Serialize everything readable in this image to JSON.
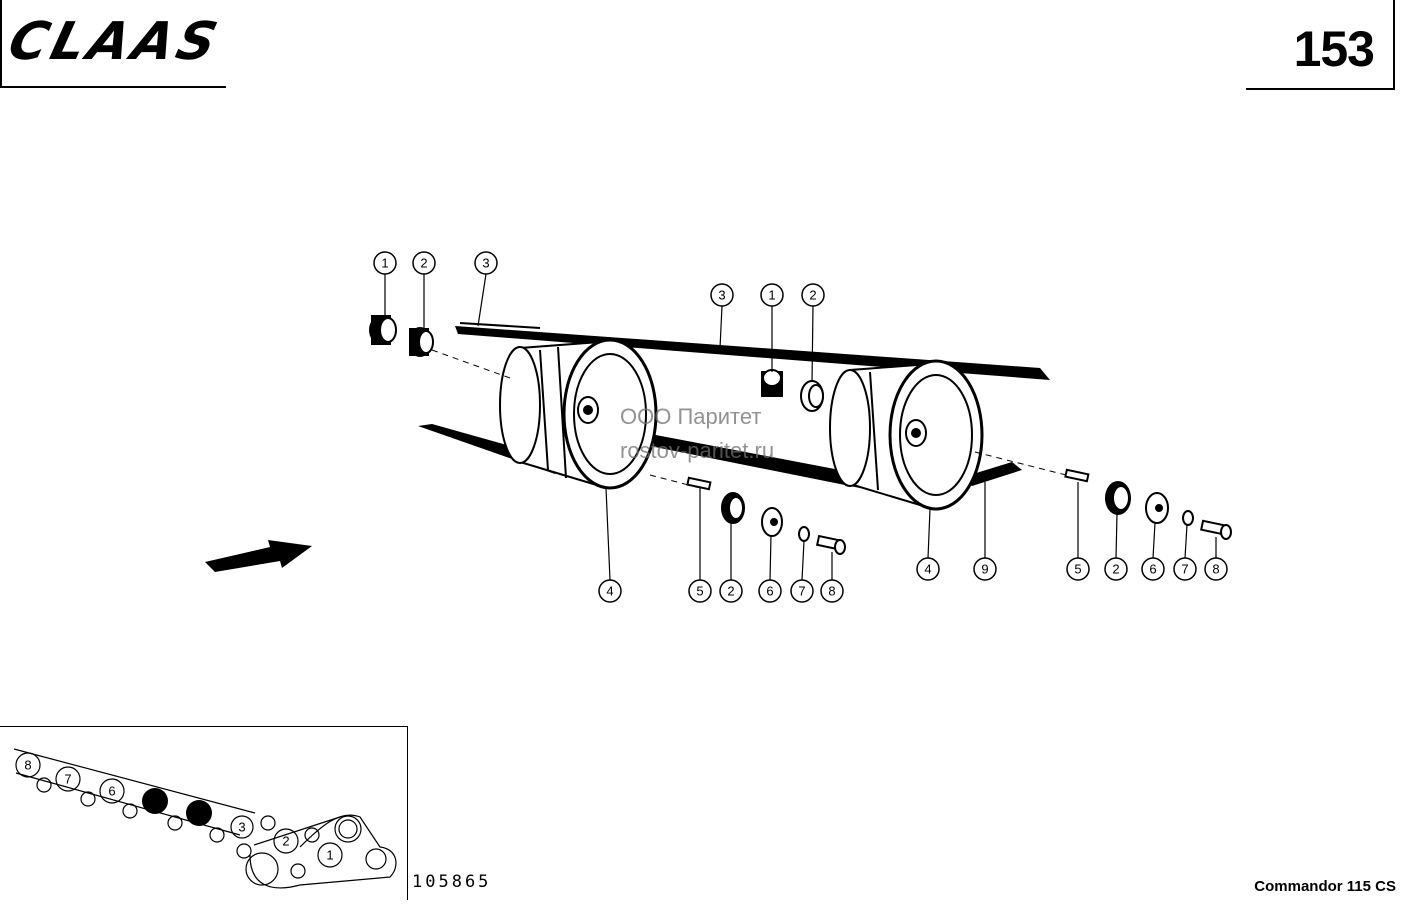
{
  "header": {
    "brand": "CLAAS",
    "page_number": "153"
  },
  "watermark": {
    "line1": "ООО Паритет",
    "line2": "rostov-paritet.ru"
  },
  "footer": {
    "ref_number": "105865",
    "model": "Commandor 115 CS"
  },
  "callouts": {
    "left": [
      "1",
      "2",
      "3",
      "4",
      "5",
      "2",
      "6",
      "7",
      "8"
    ],
    "center": [
      "3",
      "1",
      "2"
    ],
    "right": [
      "4",
      "9",
      "5",
      "2",
      "6",
      "7",
      "8"
    ]
  },
  "inset_labels": [
    "8",
    "7",
    "6",
    "3",
    "2",
    "1"
  ],
  "colors": {
    "ink": "#000000",
    "paper": "#ffffff",
    "watermark": "#6e6e6e"
  }
}
